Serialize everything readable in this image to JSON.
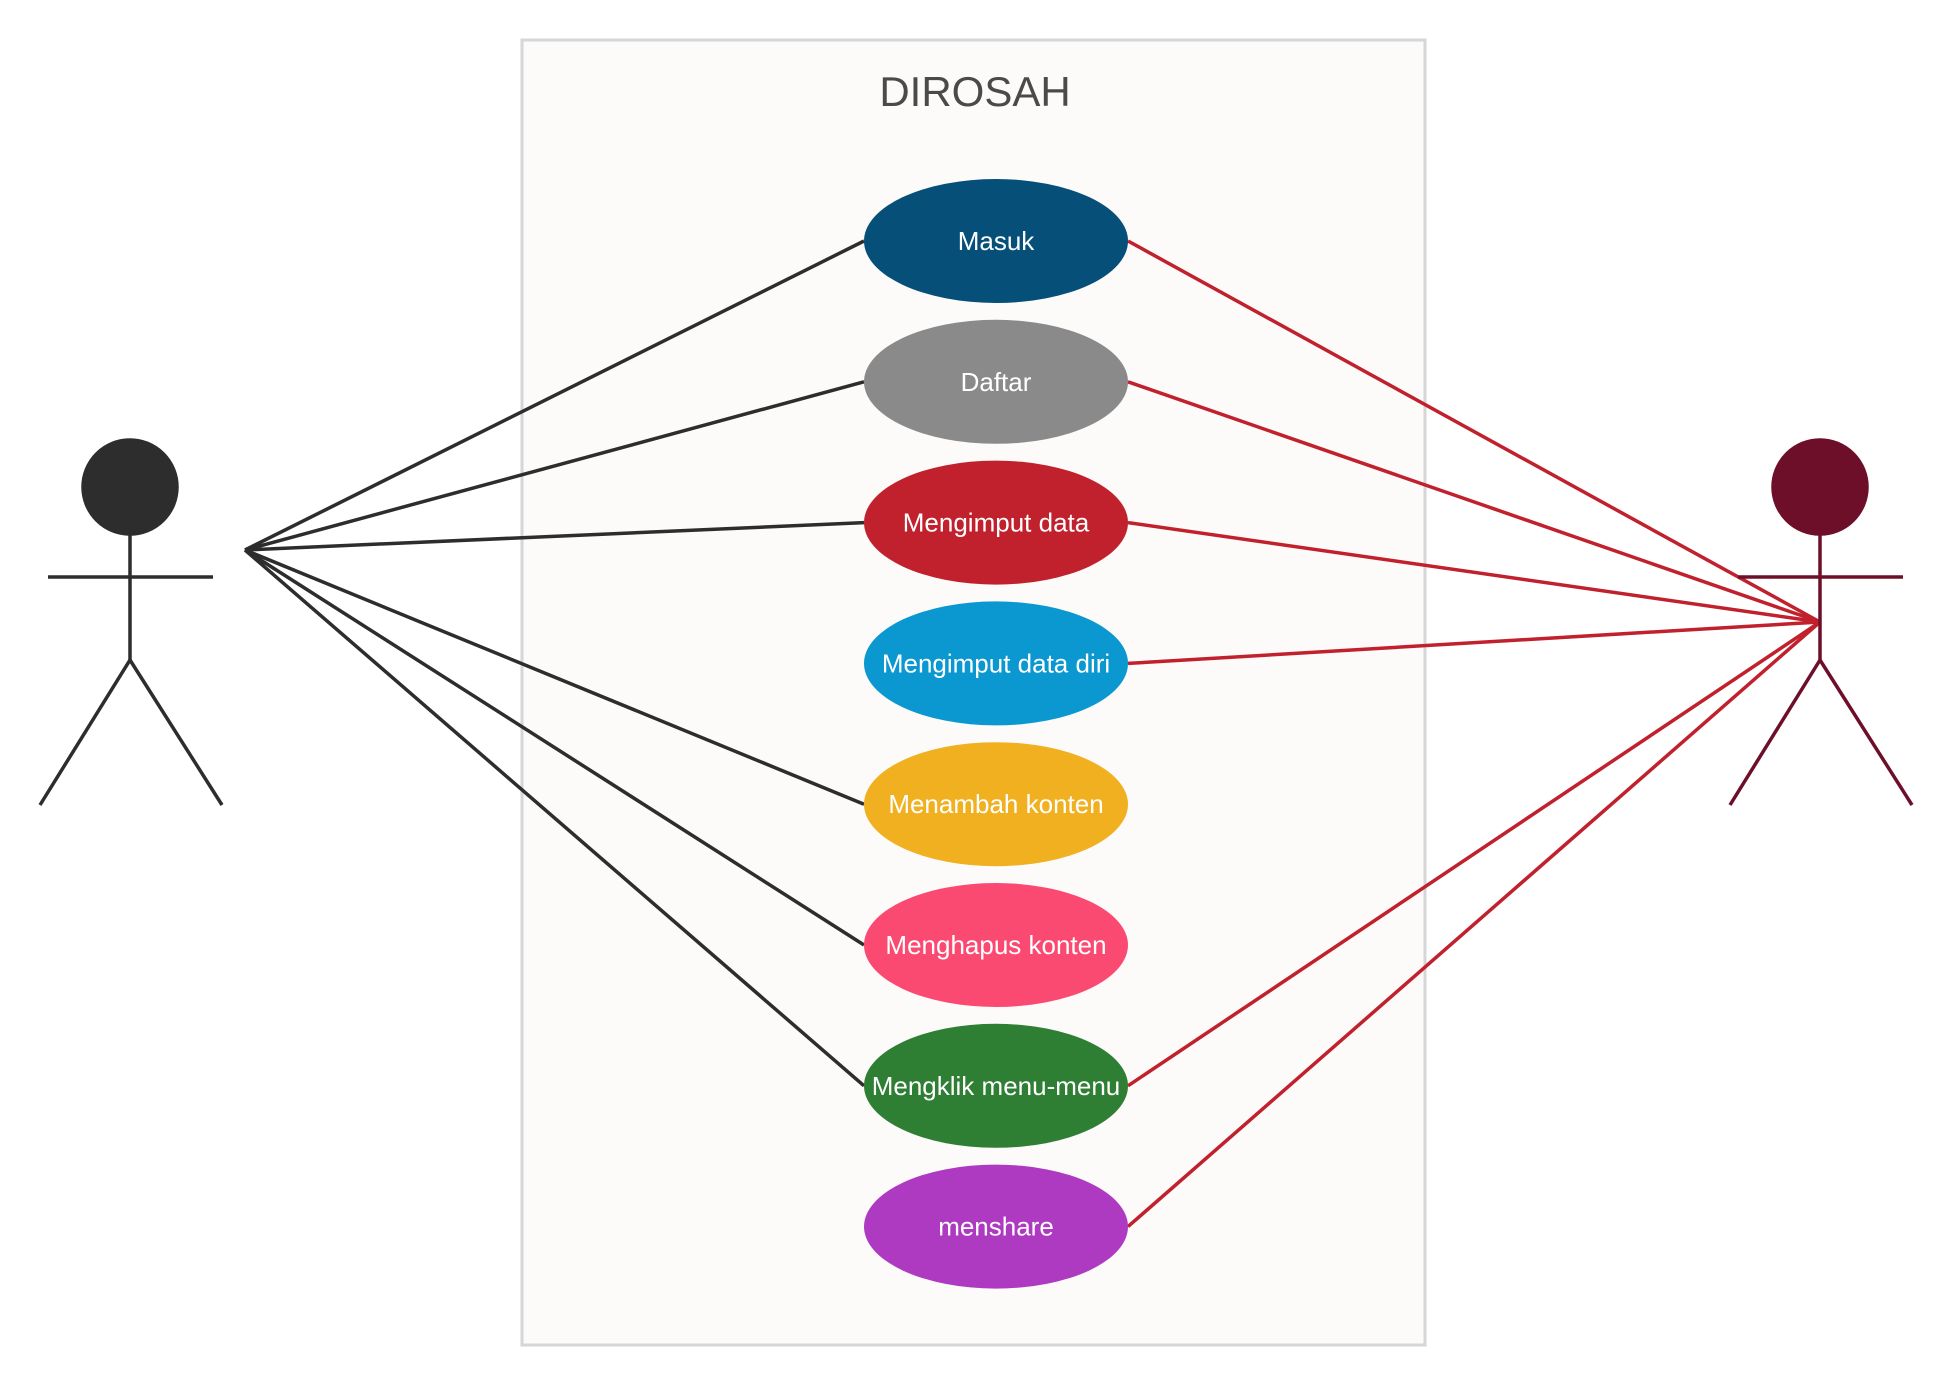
{
  "system": {
    "title": "DIROSAH"
  },
  "actors": [
    {
      "id": "actor-left",
      "color": "#2d2d2d"
    },
    {
      "id": "actor-right",
      "color": "#6e0f2a"
    }
  ],
  "use_cases": [
    {
      "label": "Masuk",
      "color": "#064f79"
    },
    {
      "label": "Daftar",
      "color": "#8a8a8a"
    },
    {
      "label": "Mengimput data",
      "color": "#c0212d"
    },
    {
      "label": "Mengimput data diri",
      "color": "#0b97cf"
    },
    {
      "label": "Menambah konten",
      "color": "#f0b020"
    },
    {
      "label": "Menghapus konten",
      "color": "#fb4a72"
    },
    {
      "label": "Mengklik menu-menu",
      "color": "#2e7e34"
    },
    {
      "label": "menshare",
      "color": "#ae3ac2"
    }
  ],
  "associations": {
    "left_actor_links": [
      0,
      1,
      2,
      4,
      5,
      6
    ],
    "right_actor_links": [
      0,
      1,
      2,
      3,
      6,
      7
    ],
    "left_line_color": "#2d2d2d",
    "right_line_color": "#c0212d"
  },
  "colors": {
    "system_border": "#d6d6d6",
    "system_fill": "#fcfbf9"
  }
}
